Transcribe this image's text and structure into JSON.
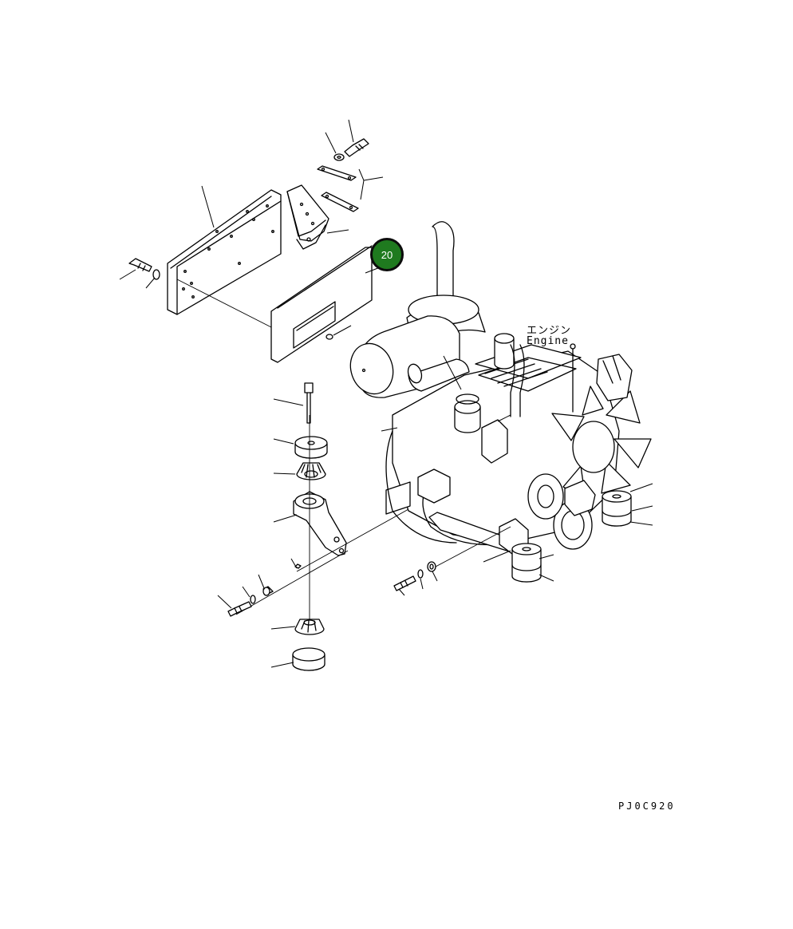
{
  "labels": {
    "engine_jp": "エンジン",
    "engine_en": "Engine",
    "drawing_code": "PJ0C920"
  },
  "callouts": [
    {
      "number": "20",
      "color": "#1f7a1f"
    }
  ],
  "colors": {
    "line": "#000000",
    "background": "#ffffff",
    "callout_fill": "#1f7a1f"
  }
}
